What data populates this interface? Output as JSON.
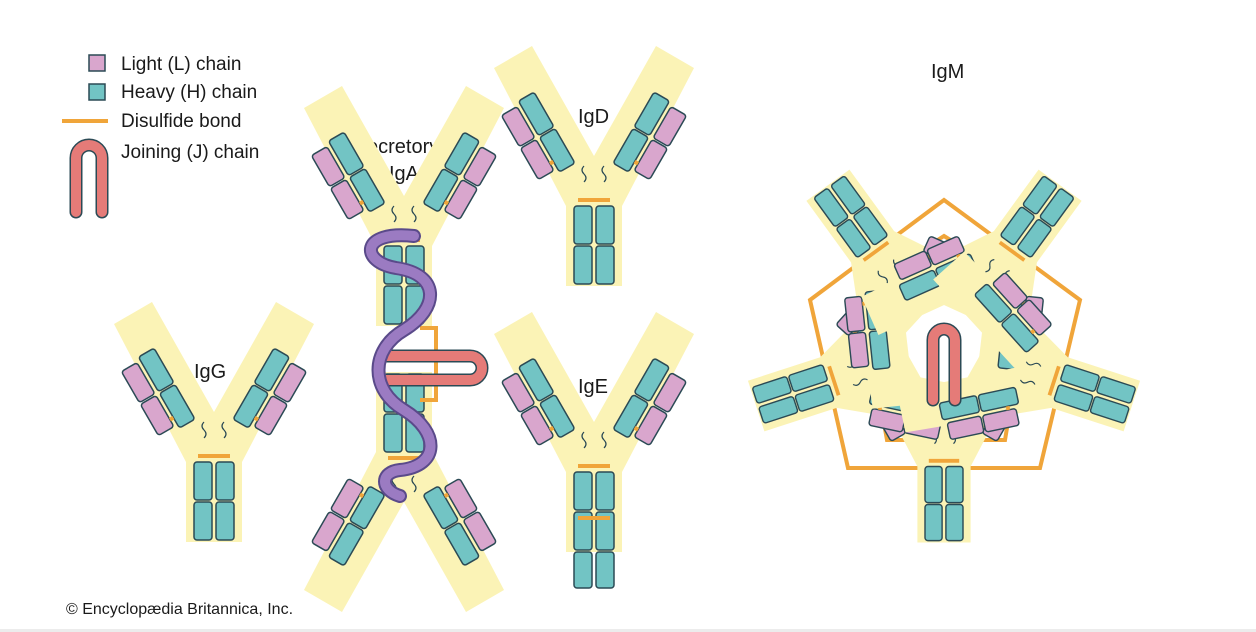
{
  "legend": {
    "light_chain": "Light (L) chain",
    "heavy_chain": "Heavy (H) chain",
    "disulfide_bond": "Disulfide bond",
    "joining_chain": "Joining (J) chain"
  },
  "labels": {
    "iga_line1": "secretory",
    "iga_line2": "IgA",
    "igd": "IgD",
    "ige": "IgE",
    "igg": "IgG",
    "igm": "IgM"
  },
  "credit": "© Encyclopædia Britannica, Inc.",
  "colors": {
    "light_chain": "#d9a6cd",
    "heavy_chain": "#72c4c4",
    "disulfide": "#f0a53a",
    "joining": "#e57b78",
    "secretory_component": "#9b7bc2",
    "background_region": "#fbf3b6",
    "outline": "#2b4a55"
  }
}
